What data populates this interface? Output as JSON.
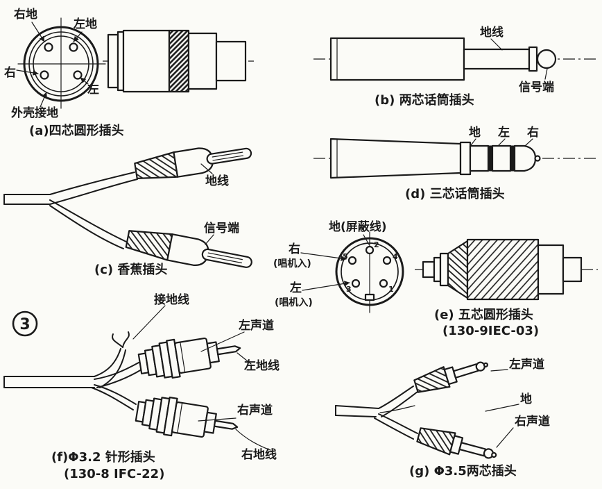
{
  "figure_number": "3",
  "colors": {
    "ink": "#1a1a1a",
    "paper": "#fbfbf7"
  },
  "panels": {
    "a": {
      "caption": "(a)四芯圆形插头",
      "labels": {
        "right_ground": "右地",
        "left_ground": "左地",
        "right": "右",
        "left": "左",
        "shell_ground": "外壳接地"
      }
    },
    "b": {
      "caption": "(b) 两芯话筒插头",
      "labels": {
        "ground_wire": "地线",
        "signal_end": "信号端"
      }
    },
    "c": {
      "caption": "(c) 香蕉插头",
      "labels": {
        "ground_wire": "地线",
        "signal_end": "信号端"
      }
    },
    "d": {
      "caption": "(d) 三芯话筒插头",
      "labels": {
        "ground": "地",
        "left": "左",
        "right": "右"
      }
    },
    "e": {
      "caption": "(e) 五芯圆形插头",
      "model": "(130-9IEC-03)",
      "labels": {
        "ground": "地(屏蔽线)",
        "right": "右",
        "right_sub": "(唱机入)",
        "left": "左",
        "left_sub": "(唱机入)"
      },
      "pin_numbers": [
        "3",
        "5",
        "2",
        "4",
        "1"
      ]
    },
    "f": {
      "caption": "(f)Φ3.2 针形插头",
      "model": "(130-8 IFC-22)",
      "labels": {
        "ground_lead": "接地线",
        "left_channel": "左声道",
        "left_ground": "左地线",
        "right_channel": "右声道",
        "right_ground": "右地线"
      }
    },
    "g": {
      "caption": "(g) Φ3.5两芯插头",
      "labels": {
        "left_channel": "左声道",
        "ground": "地",
        "right_channel": "右声道"
      }
    }
  }
}
